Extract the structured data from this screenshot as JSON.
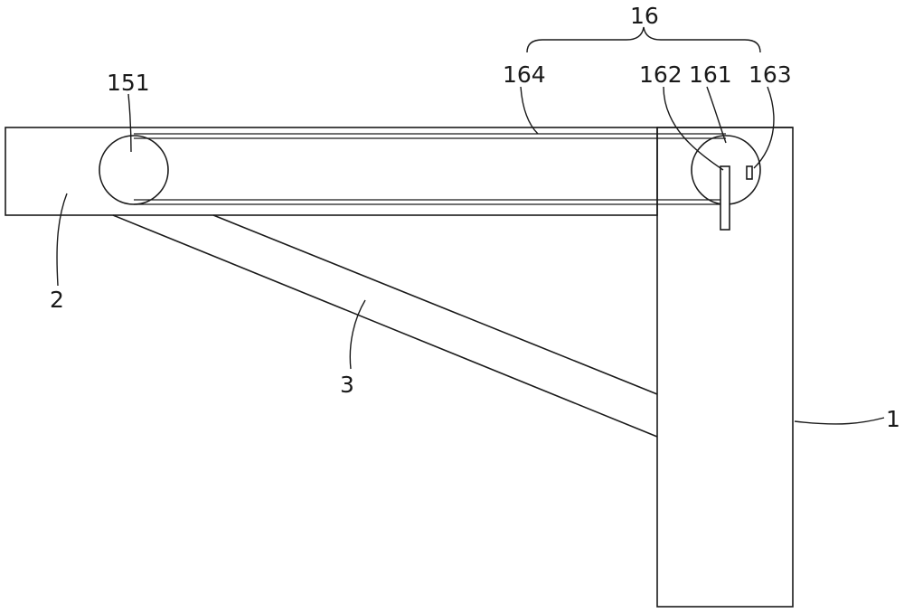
{
  "labels": {
    "column": "1",
    "arm": "2",
    "strut": "3",
    "pulley_left": "151",
    "assembly": "16",
    "pulley_right": "161",
    "plate": "162",
    "pin": "163",
    "belt": "164"
  },
  "colors": {
    "line": "#1a1a1a",
    "background": "#ffffff"
  }
}
